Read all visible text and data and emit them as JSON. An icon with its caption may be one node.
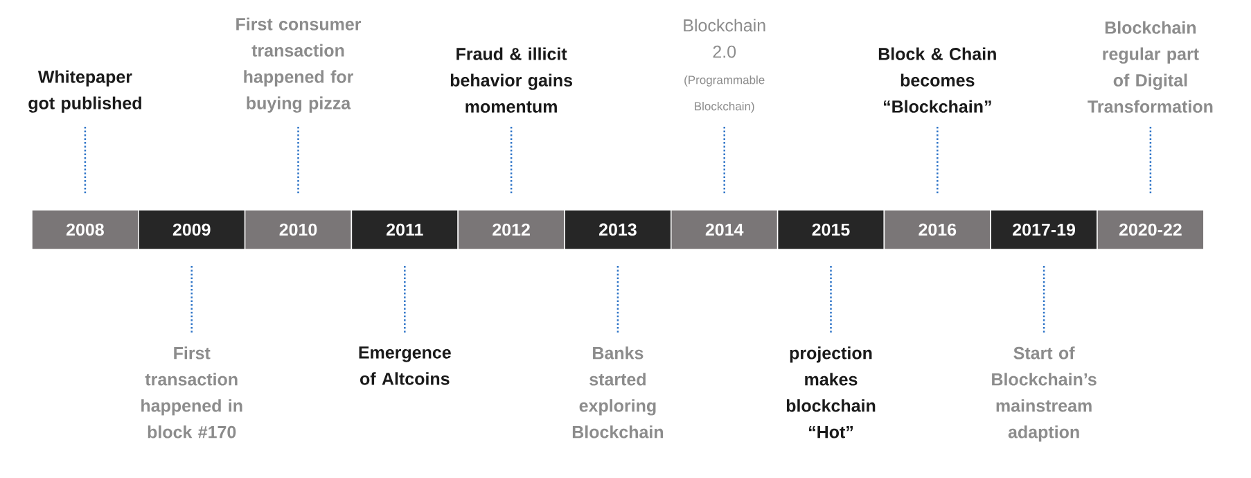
{
  "diagram": {
    "nodes": [
      {
        "text": [
          "2008"
        ]
      },
      {
        "text": [
          "2009"
        ]
      },
      {
        "text": [
          "2010"
        ]
      },
      {
        "text": [
          "2011"
        ]
      },
      {
        "text": [
          "2012"
        ]
      },
      {
        "text": [
          "2013"
        ]
      },
      {
        "text": [
          "2014"
        ]
      },
      {
        "text": [
          "2015"
        ]
      },
      {
        "text": [
          "2016"
        ]
      },
      {
        "text": [
          "2017-19"
        ]
      },
      {
        "text": [
          "2020-22"
        ]
      },
      {
        "text": [
          "Whitepaper got published"
        ]
      },
      {
        "text": [
          "First transaction happened in block #170"
        ]
      },
      {
        "text": [
          "First consumer transaction happened for buying pizza"
        ]
      },
      {
        "text": [
          "Emergence of Altcoins"
        ]
      },
      {
        "text": [
          "Fraud & illicit behavior gains momentum"
        ]
      },
      {
        "text": [
          "Banks started exploring Blockchain"
        ]
      },
      {
        "text": [
          "Blockchain 2.0",
          "(Programmable Blockchain)"
        ]
      },
      {
        "text": [
          "projection makes blockchain “Hot”"
        ]
      },
      {
        "text": [
          "Block & Chain becomes “Blockchain”"
        ]
      },
      {
        "text": [
          "Start of Blockchain’s mainstream adaption"
        ]
      },
      {
        "text": [
          "Blockchain regular part of Digital Transformation"
        ]
      }
    ],
    "edges": [
      {
        "from": 11,
        "to": 0,
        "arrow": "none",
        "style": "dashed"
      },
      {
        "from": 12,
        "to": 1,
        "arrow": "none",
        "style": "dashed"
      },
      {
        "from": 13,
        "to": 2,
        "arrow": "none",
        "style": "dashed"
      },
      {
        "from": 14,
        "to": 3,
        "arrow": "none",
        "style": "dashed"
      },
      {
        "from": 15,
        "to": 4,
        "arrow": "none",
        "style": "dashed"
      },
      {
        "from": 16,
        "to": 5,
        "arrow": "none",
        "style": "dashed"
      },
      {
        "from": 17,
        "to": 6,
        "arrow": "none",
        "style": "dashed"
      },
      {
        "from": 18,
        "to": 7,
        "arrow": "none",
        "style": "dashed"
      },
      {
        "from": 19,
        "to": 8,
        "arrow": "none",
        "style": "dashed"
      },
      {
        "from": 20,
        "to": 9,
        "arrow": "none",
        "style": "dashed"
      },
      {
        "from": 21,
        "to": 10,
        "arrow": "none",
        "style": "dashed"
      }
    ]
  }
}
